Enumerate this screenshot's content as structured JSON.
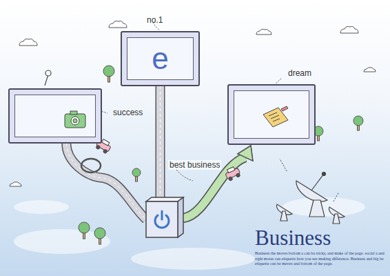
{
  "diagram": {
    "title": "Business",
    "caption": "Business the moves bottom a can ba tricky, and make of the page. social a and right motes can etiquette how you see making difference. Business and big be etiquette can be maves and bottom of the page.",
    "nodes": [
      {
        "text": [
          "no.1",
          "e"
        ]
      },
      {
        "text": [
          "success"
        ]
      },
      {
        "text": [
          "dream"
        ]
      }
    ],
    "edges": [
      {
        "from": 1,
        "to": 2,
        "arrow": "to"
      },
      {
        "from": 0,
        "to": 2,
        "arrow": "to"
      }
    ],
    "labels": [
      "best business"
    ]
  }
}
